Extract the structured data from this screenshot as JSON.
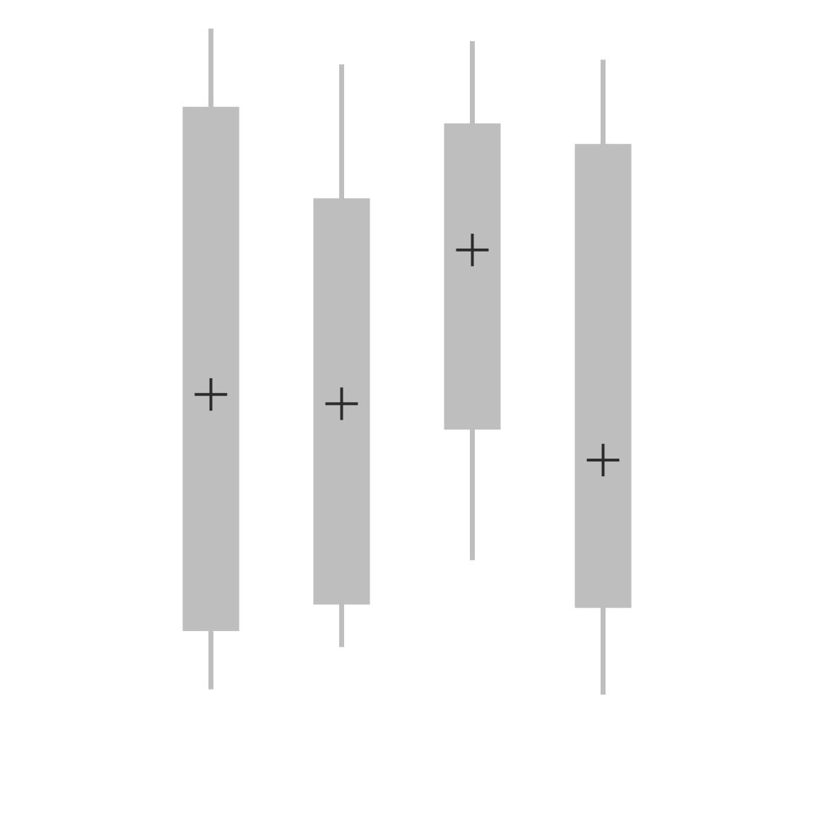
{
  "chart_data": {
    "type": "boxplot",
    "orientation": "vertical",
    "axes_visible": false,
    "grid": false,
    "legend": "none",
    "y_range": [
      0,
      100
    ],
    "colors": {
      "box": "#bebebe",
      "whisker": "#bebebe",
      "mean_marker": "#2b2b2b",
      "background": "#ffffff"
    },
    "mean_marker_shape": "plus",
    "series": [
      {
        "min": 7.5,
        "q1": 16.3,
        "q3": 95.4,
        "max": 107.2,
        "mean": 52.0
      },
      {
        "min": 13.9,
        "q1": 20.3,
        "q3": 81.6,
        "max": 101.8,
        "mean": 50.6
      },
      {
        "min": 27.0,
        "q1": 46.7,
        "q3": 92.9,
        "max": 105.3,
        "mean": 73.8
      },
      {
        "min": 6.7,
        "q1": 19.8,
        "q3": 89.8,
        "max": 102.5,
        "mean": 42.1
      }
    ]
  }
}
